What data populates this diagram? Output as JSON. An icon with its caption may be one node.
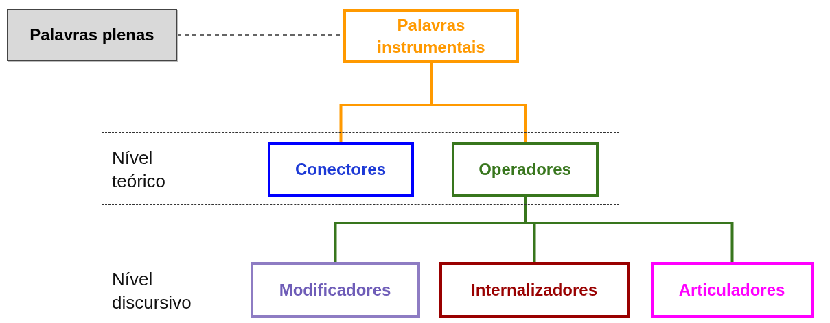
{
  "diagram": {
    "nodes": [
      {
        "text": [
          "Palavras plenas"
        ]
      },
      {
        "text": [
          "Palavras instrumentais"
        ]
      },
      {
        "text": [
          "Nível teórico"
        ]
      },
      {
        "text": [
          "Conectores"
        ],
        "in": 2
      },
      {
        "text": [
          "Operadores"
        ],
        "in": 2
      },
      {
        "text": [
          "Nível discursivo"
        ]
      },
      {
        "text": [
          "Modificadores"
        ],
        "in": 5
      },
      {
        "text": [
          "Internalizadores"
        ],
        "in": 5
      },
      {
        "text": [
          "Articuladores"
        ],
        "in": 5
      }
    ],
    "edges": [
      {
        "from": 0,
        "to": 1,
        "arrow": "none",
        "style": "dashed",
        "color": "#333333"
      },
      {
        "from": 1,
        "to": 3,
        "arrow": "none",
        "color": "#ff9900"
      },
      {
        "from": 1,
        "to": 4,
        "arrow": "none",
        "color": "#ff9900"
      },
      {
        "from": 4,
        "to": 6,
        "arrow": "none",
        "color": "#38761d"
      },
      {
        "from": 4,
        "to": 7,
        "arrow": "none",
        "color": "#38761d"
      },
      {
        "from": 4,
        "to": 8,
        "arrow": "none",
        "color": "#38761d"
      }
    ]
  }
}
